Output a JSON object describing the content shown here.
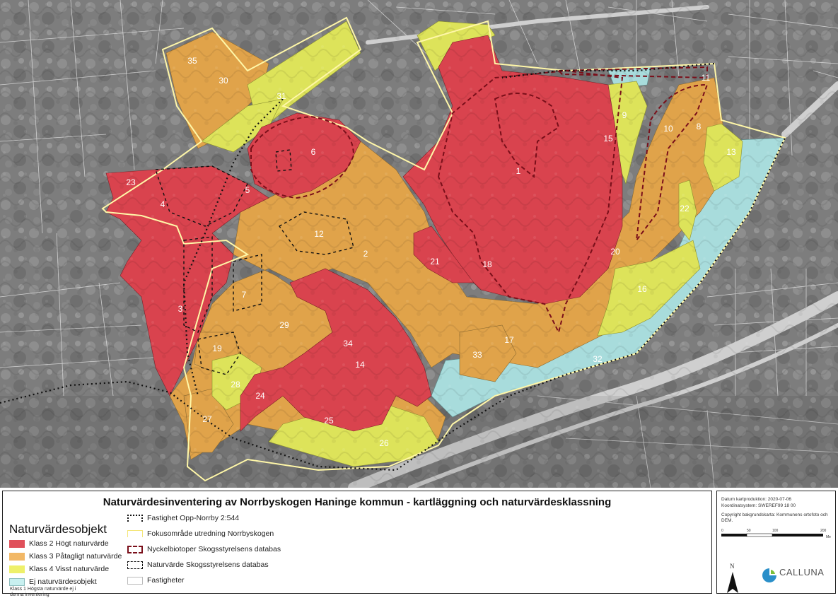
{
  "map": {
    "objects": [
      {
        "id": "1",
        "klass": "Klass 2"
      },
      {
        "id": "2",
        "klass": "Klass 3"
      },
      {
        "id": "3",
        "klass": "Klass 2"
      },
      {
        "id": "4",
        "klass": "Klass 2"
      },
      {
        "id": "5",
        "klass": "Klass 2"
      },
      {
        "id": "6",
        "klass": "Klass 2"
      },
      {
        "id": "7",
        "klass": "Klass 3"
      },
      {
        "id": "8",
        "klass": "Klass 3"
      },
      {
        "id": "9",
        "klass": "Klass 4"
      },
      {
        "id": "10",
        "klass": "Klass 3"
      },
      {
        "id": "11",
        "klass": "Klass 3"
      },
      {
        "id": "12",
        "klass": "Klass 3"
      },
      {
        "id": "13",
        "klass": "Klass 4"
      },
      {
        "id": "14",
        "klass": "Klass 2"
      },
      {
        "id": "15",
        "klass": "Klass 3"
      },
      {
        "id": "16",
        "klass": "Klass 4"
      },
      {
        "id": "17",
        "klass": "Klass 3"
      },
      {
        "id": "18",
        "klass": "Klass 2"
      },
      {
        "id": "19",
        "klass": "Klass 3"
      },
      {
        "id": "20",
        "klass": "Klass 3"
      },
      {
        "id": "21",
        "klass": "Klass 2"
      },
      {
        "id": "22",
        "klass": "Klass 4"
      },
      {
        "id": "23",
        "klass": "Klass 2"
      },
      {
        "id": "24",
        "klass": "Klass 2"
      },
      {
        "id": "25",
        "klass": "Klass 3"
      },
      {
        "id": "26",
        "klass": "Klass 4"
      },
      {
        "id": "27",
        "klass": "Klass 3"
      },
      {
        "id": "28",
        "klass": "Klass 4"
      },
      {
        "id": "29",
        "klass": "Klass 3"
      },
      {
        "id": "30",
        "klass": "Klass 3"
      },
      {
        "id": "31",
        "klass": "Klass 4"
      },
      {
        "id": "32",
        "klass": "Ej"
      },
      {
        "id": "33",
        "klass": "Klass 3"
      },
      {
        "id": "34",
        "klass": "Klass 2"
      },
      {
        "id": "35",
        "klass": "Klass 3"
      }
    ]
  },
  "legend": {
    "title": "Naturvärdesinventering av Norrbyskogen Haninge kommun - kartläggning och naturvärdesklassning",
    "heading": "Naturvärdesobjekt",
    "classes": [
      {
        "label": "Klass 2 Högt naturvärde",
        "color": "#e0505a"
      },
      {
        "label": "Klass 3 Påtagligt naturvärde",
        "color": "#f2b866"
      },
      {
        "label": "Klass 4 Visst naturvärde",
        "color": "#eef06a"
      },
      {
        "label": "Ej naturvärdesobjekt",
        "color": "#c8f0f0"
      }
    ],
    "klass1_note": "Klass 1 Högsta naturvärde ej i denna inventering",
    "lines": [
      {
        "label": "Fastighet Opp-Norrby 2:544"
      },
      {
        "label": "Fokusområde utredning Norrbyskogen"
      },
      {
        "label": "Nyckelbiotoper Skogsstyrelsens databas"
      },
      {
        "label": "Naturvärde Skogsstyrelsens databas"
      },
      {
        "label": "Fastigheter"
      }
    ]
  },
  "info": {
    "date": "Datum kartproduktion: 2020-07-06",
    "crs": "Koordinatsystem: SWEREF99 18 00",
    "copyright": "Copyright bakgrundskarta: Kommunens ortofoto och DEM.",
    "scale_ticks": [
      "0",
      "50",
      "100",
      "200"
    ],
    "scale_unit": "Me",
    "north": "N",
    "logo": "CALLUNA"
  },
  "colors": {
    "klass2": "#d9434e",
    "klass3": "#e0a34a",
    "klass4": "#dde35a",
    "ej": "#a8dcdc",
    "focus_outline": "#fff7a8",
    "nyckelbiotop": "#7a0f1a",
    "logo_blue": "#2a8fc9",
    "logo_green": "#7bbf3a"
  }
}
